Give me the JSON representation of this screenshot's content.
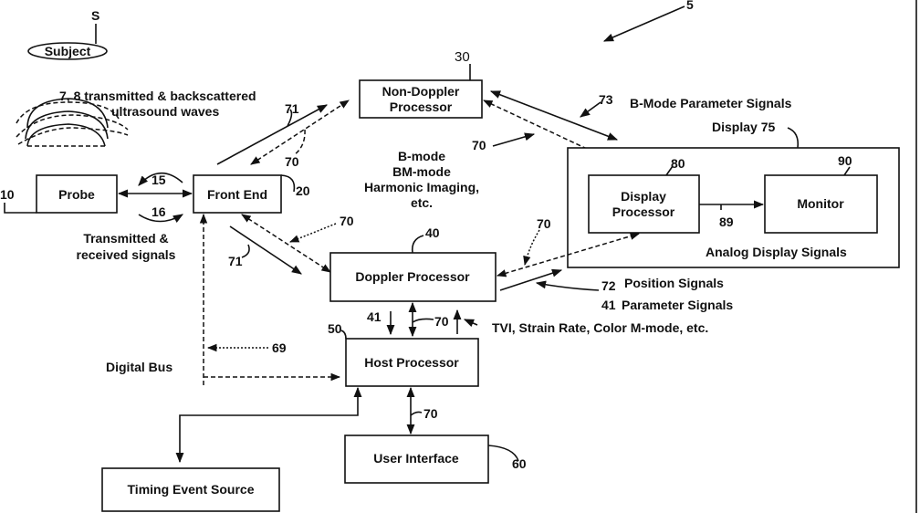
{
  "diagram": {
    "reference_numbers": {
      "system": "5",
      "subject_ref": "S",
      "probe": "10",
      "transmit_arc": "15",
      "receive_arc": "16",
      "front_end": "20",
      "non_doppler": "30",
      "doppler": "40",
      "host": "50",
      "user_interface": "60",
      "digital_bus": "69",
      "bus_70": "70",
      "signal_71": "71",
      "position_72": "72",
      "bmode_73": "73",
      "display": "Display 75",
      "display_processor": "80",
      "link_89": "89",
      "monitor": "90",
      "param_41": "41"
    },
    "nodes": {
      "subject": "Subject",
      "probe": "Probe",
      "front_end": "Front End",
      "non_doppler_l1": "Non-Doppler",
      "non_doppler_l2": "Processor",
      "doppler": "Doppler Processor",
      "host": "Host Processor",
      "user_interface": "User Interface",
      "timing": "Timing Event Source",
      "display_processor_l1": "Display",
      "display_processor_l2": "Processor",
      "monitor": "Monitor"
    },
    "annotations": {
      "waves_l1": "7, 8 transmitted & backscattered",
      "waves_l2": "ultrasound waves",
      "trx_l1": "Transmitted &",
      "trx_l2": "received signals",
      "modes_l1": "B-mode",
      "modes_l2": "BM-mode",
      "modes_l3": "Harmonic Imaging,",
      "modes_l4": "etc.",
      "bmode_params": "B-Mode Parameter Signals",
      "analog_display": "Analog Display Signals",
      "position_signals": "Position Signals",
      "parameter_signals": "Parameter Signals",
      "tvi": "TVI, Strain Rate, Color M-mode, etc.",
      "digital_bus": "Digital Bus"
    }
  }
}
